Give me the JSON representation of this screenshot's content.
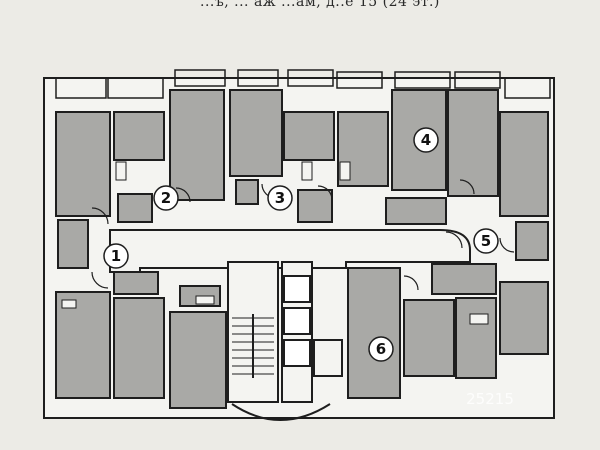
{
  "caption": {
    "text": "...ъ, ... аж ...ам, д..е 15 (24 эт.)"
  },
  "colors": {
    "background": "#ecebe6",
    "room_fill": "#a9a9a6",
    "wall": "#1e1e1e",
    "corridor": "#f4f4f1"
  },
  "apartments": [
    {
      "id": "apt-1",
      "label": "1"
    },
    {
      "id": "apt-2",
      "label": "2"
    },
    {
      "id": "apt-3",
      "label": "3"
    },
    {
      "id": "apt-4",
      "label": "4"
    },
    {
      "id": "apt-5",
      "label": "5"
    },
    {
      "id": "apt-6",
      "label": "6"
    }
  ],
  "watermark": {
    "text": "25215"
  }
}
